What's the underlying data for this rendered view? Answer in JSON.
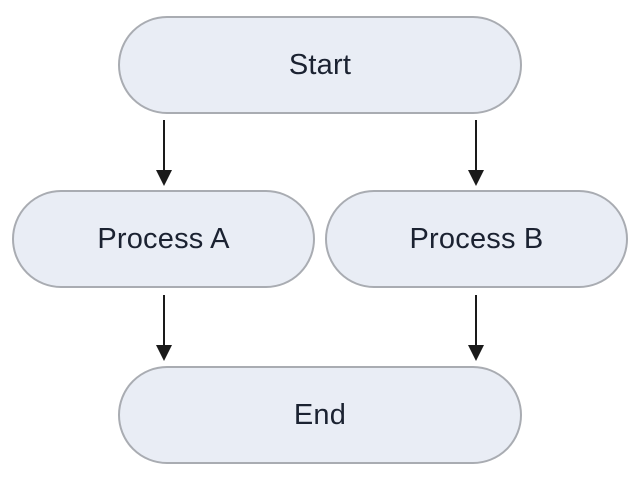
{
  "nodes": {
    "start": "Start",
    "process_a": "Process A",
    "process_b": "Process B",
    "end": "End"
  },
  "edges": [
    {
      "from": "Start",
      "to": "Process A"
    },
    {
      "from": "Start",
      "to": "Process B"
    },
    {
      "from": "Process A",
      "to": "End"
    },
    {
      "from": "Process B",
      "to": "End"
    }
  ],
  "colors": {
    "node_fill": "#e9edf5",
    "node_border": "#a9acb2",
    "text": "#1b2231",
    "arrow": "#1a1a1a"
  }
}
